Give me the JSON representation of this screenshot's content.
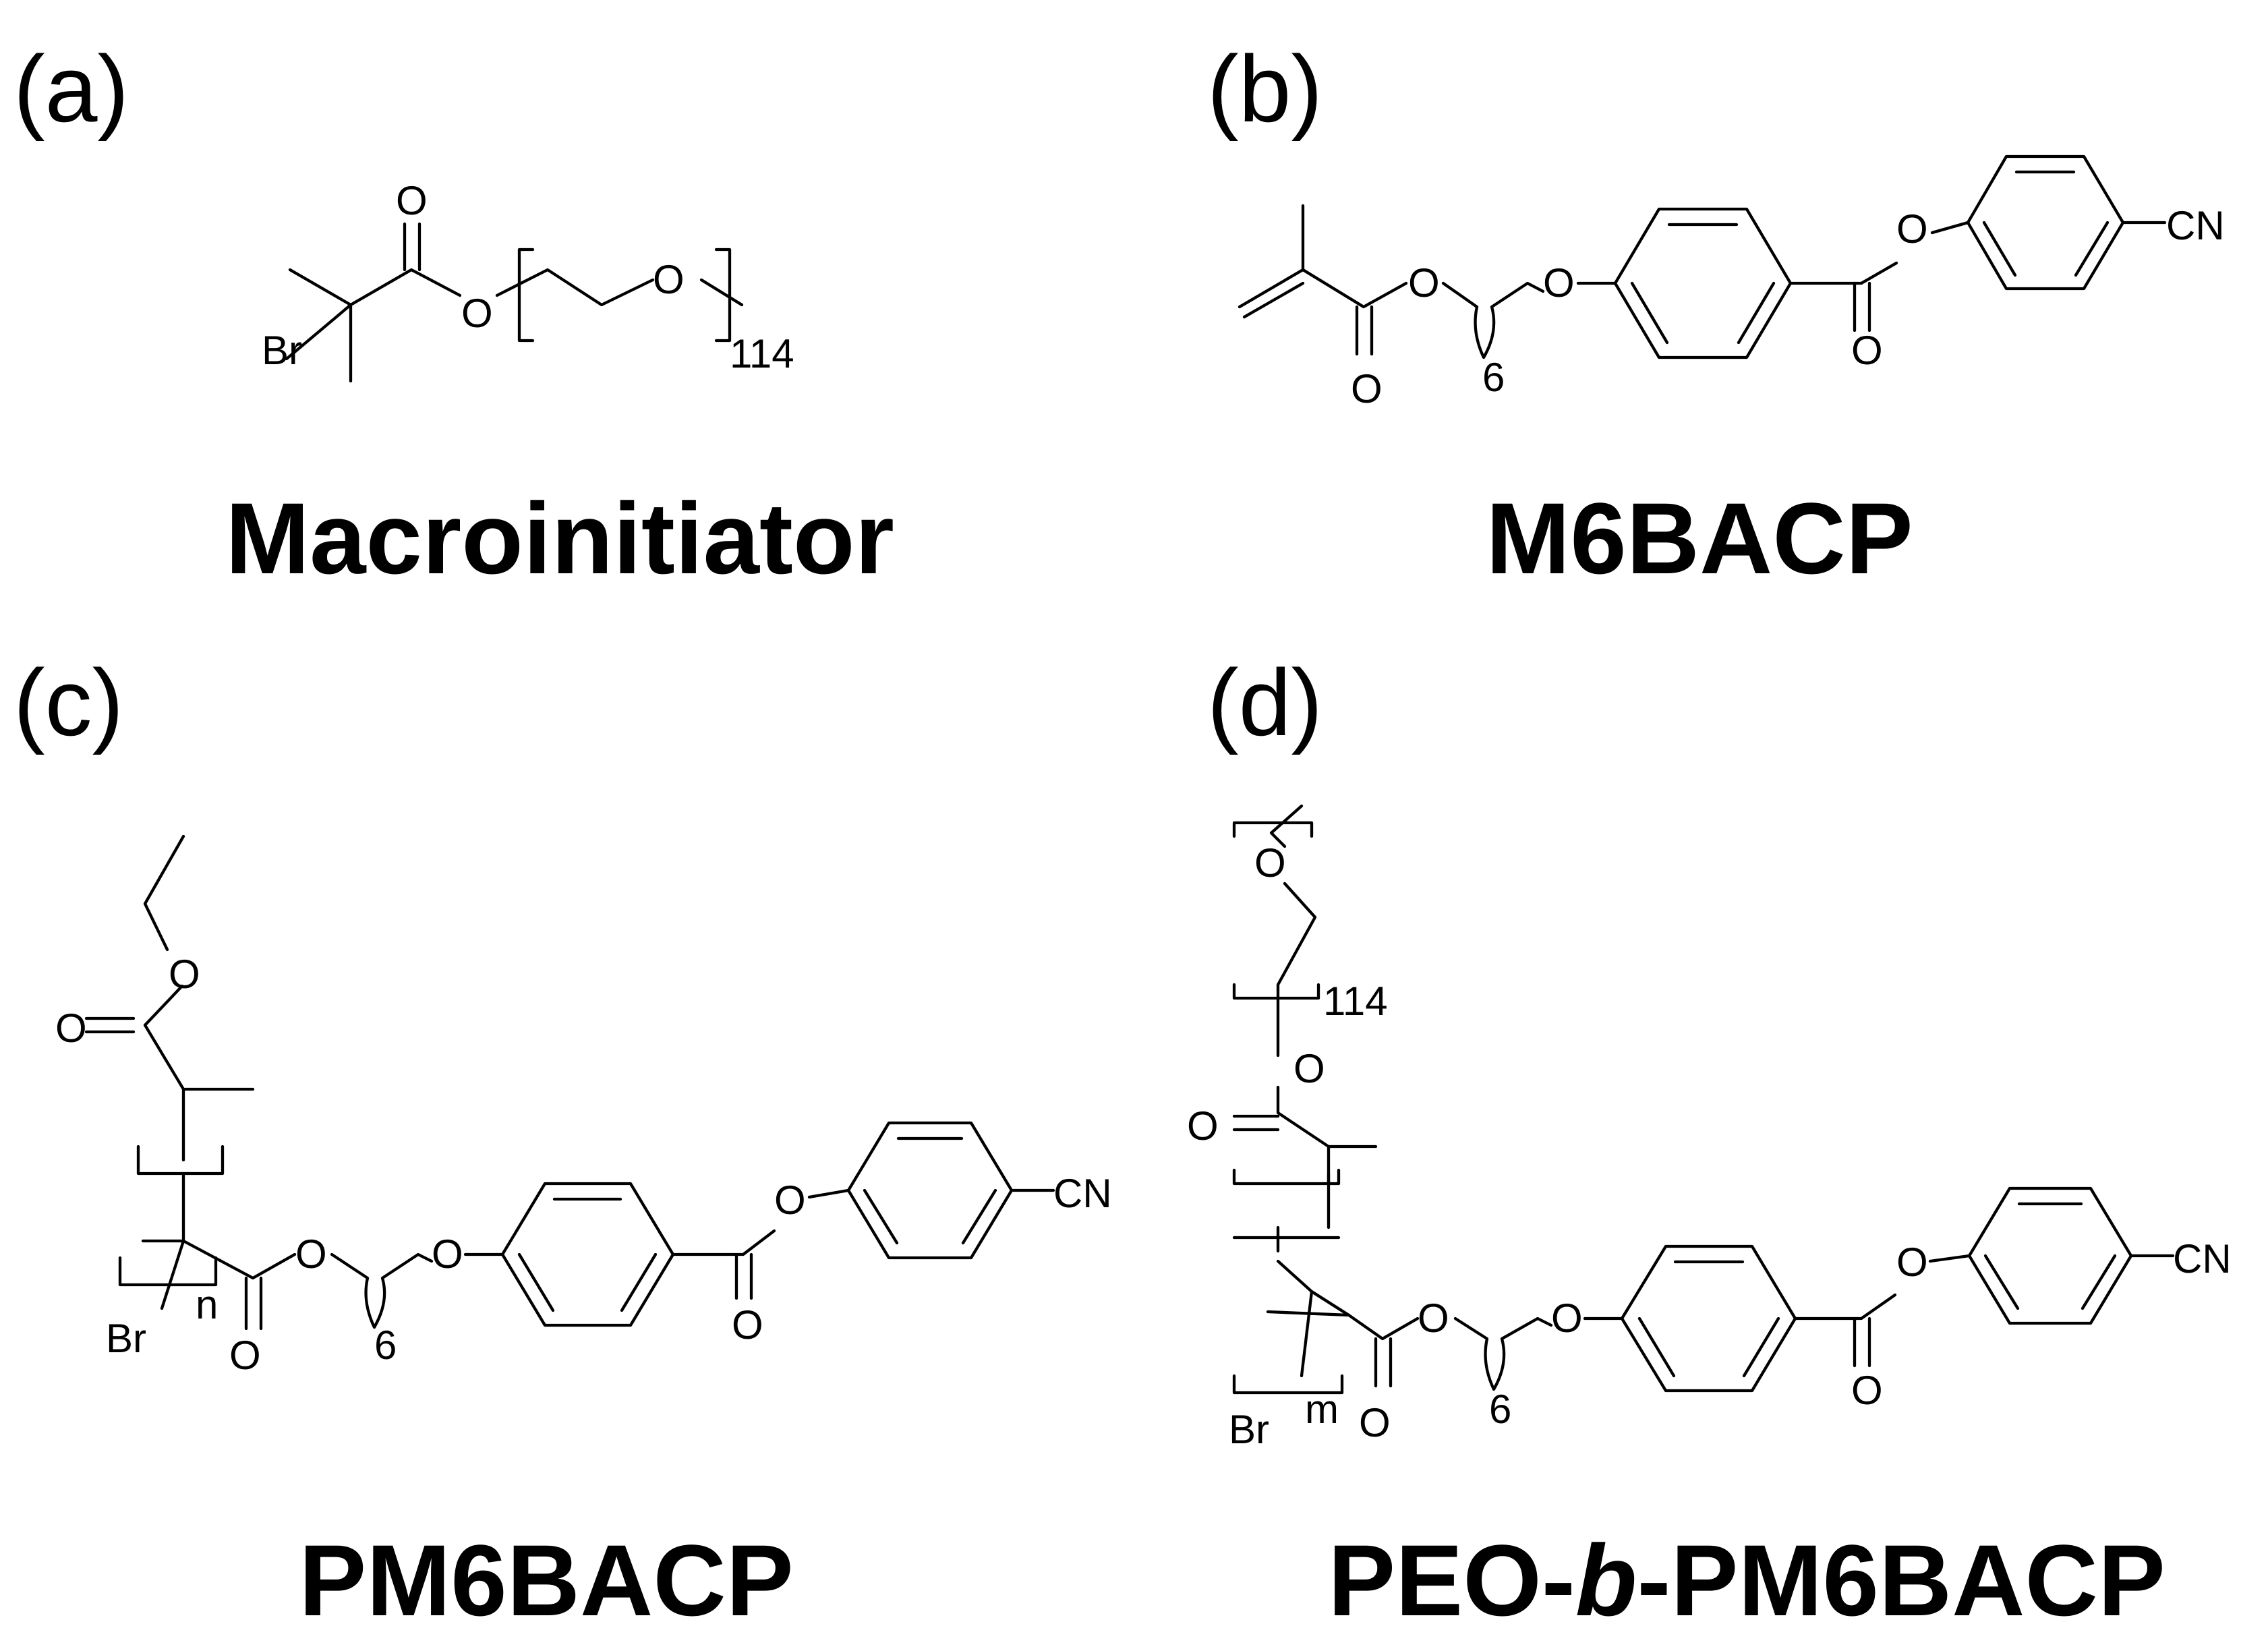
{
  "panels": {
    "a": {
      "label": "(a)",
      "name": "Macroinitiator",
      "atoms": {
        "o_carbonyl": "O",
        "o_ester": "O",
        "o_repeat": "O",
        "br": "Br",
        "repeat_count": "114"
      }
    },
    "b": {
      "label": "(b)",
      "name": "M6BACP",
      "atoms": {
        "o_carbonyl1": "O",
        "o_ester1": "O",
        "spacer_count": "6",
        "o_ether": "O",
        "o_ester2": "O",
        "o_carbonyl2": "O",
        "cn": "CN"
      }
    },
    "c": {
      "label": "(c)",
      "name": "PM6BACP",
      "atoms": {
        "o_ethyl": "O",
        "o_carbonyl_top": "O",
        "o_ester1": "O",
        "spacer_count": "6",
        "o_ether": "O",
        "o_ester2": "O",
        "o_carbonyl2": "O",
        "o_carbonyl1": "O",
        "br": "Br",
        "n": "n",
        "cn": "CN"
      }
    },
    "d": {
      "label": "(d)",
      "name_prefix": "PEO-",
      "name_italic": "b",
      "name_suffix": "-PM6BACP",
      "atoms": {
        "o_peo": "O",
        "peo_count": "114",
        "o_link": "O",
        "o_carbonyl_top": "O",
        "o_ester1": "O",
        "spacer_count": "6",
        "o_ether": "O",
        "o_ester2": "O",
        "o_carbonyl2": "O",
        "o_carbonyl1": "O",
        "br": "Br",
        "m": "m",
        "cn": "CN"
      }
    }
  }
}
